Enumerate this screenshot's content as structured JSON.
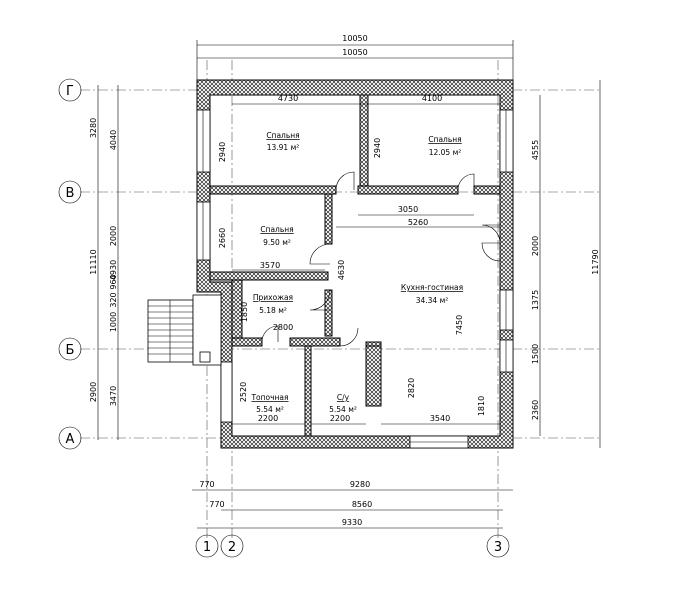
{
  "dimensions": {
    "top_total_1": "10050",
    "top_total_2": "10050",
    "top_left_room": "4730",
    "top_right_room": "4100",
    "bottom_1": "9280",
    "bottom_2": "8560",
    "bottom_3": "9330",
    "bottom_offset_1": "770",
    "bottom_offset_2": "770",
    "left_overall": "11110",
    "left_g_b": "4040",
    "left_g_v": "3280",
    "left_v_b": "4930",
    "left_2000": "2000",
    "left_960": "960",
    "left_320": "320",
    "left_1000": "1000",
    "left_b_a": "3470",
    "left_2900": "2900",
    "right_overall": "11790",
    "right_4555": "4555",
    "right_2000": "2000",
    "right_1375": "1375",
    "right_1500": "1500",
    "right_2360": "2360",
    "in_2940_left": "2940",
    "in_2940_mid": "2940",
    "in_3050": "3050",
    "in_5260": "5260",
    "in_2660": "2660",
    "in_3570": "3570",
    "in_4630": "4630",
    "in_1850": "1850",
    "in_2800": "2800",
    "in_7450": "7450",
    "in_2820": "2820",
    "in_1810": "1810",
    "in_3540": "3540",
    "in_2520": "2520",
    "in_2200_a": "2200",
    "in_2200_b": "2200"
  },
  "rooms": [
    {
      "name": "Спальня",
      "area": "13.91 м²"
    },
    {
      "name": "Спальня",
      "area": "12.05 м²"
    },
    {
      "name": "Спальня",
      "area": "9.50 м²"
    },
    {
      "name": "Прихожая",
      "area": "5.18 м²"
    },
    {
      "name": "Кухня-гостиная",
      "area": "34.34 м²"
    },
    {
      "name": "Топочная",
      "area": "5.54 м²"
    },
    {
      "name": "С/у",
      "area": "5.54 м²"
    }
  ],
  "axes": {
    "g": "Г",
    "v": "В",
    "b": "Б",
    "a": "А",
    "one": "1",
    "two": "2",
    "three": "3"
  }
}
